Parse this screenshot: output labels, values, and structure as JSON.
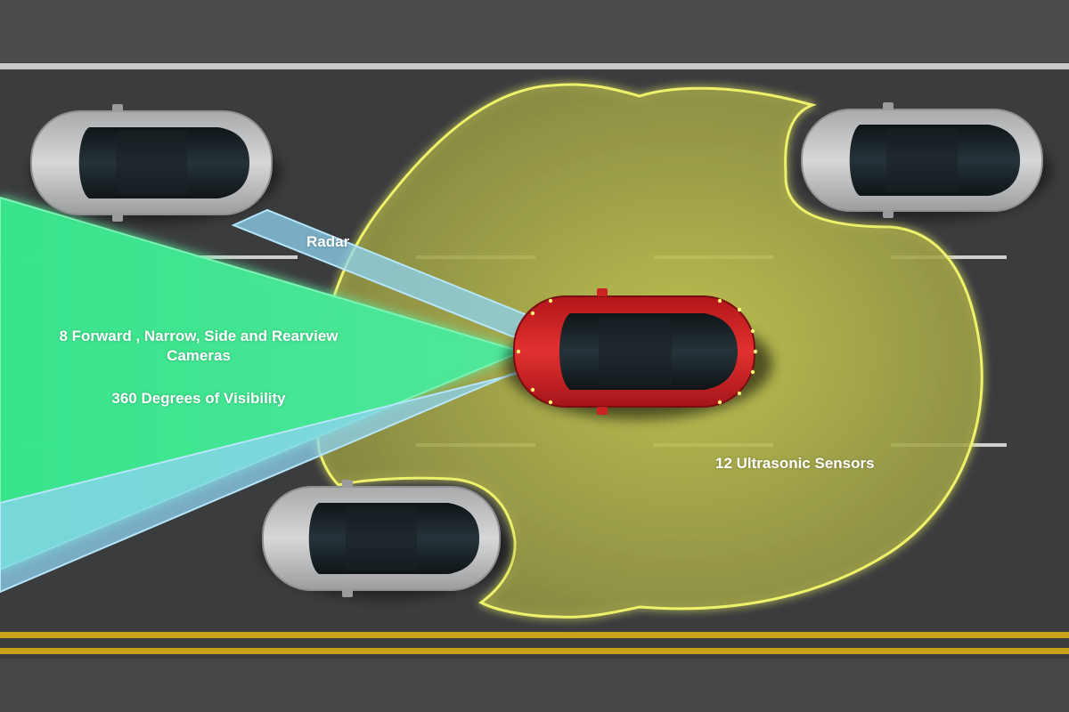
{
  "labels": {
    "camera_title_line1": "8 Forward , Narrow, Side and Rearview",
    "camera_title_line2": "Cameras",
    "camera_subtitle": "360 Degrees of Visibility",
    "radar": "Radar",
    "ultrasonic": "12 Ultrasonic Sensors"
  },
  "colors": {
    "road": "#3b3c3e",
    "shoulder": "#4a4b4d",
    "edge_line": "#c9c9c9",
    "lane_dash": "#cfcfcf",
    "center_line": "#c9a21a",
    "ultrasonic_fill": "#b4b84a",
    "ultrasonic_outline": "#eef26a",
    "camera_fill": "#35e086",
    "radar_fill": "#8ed3f2",
    "ego_car": "#d42426",
    "other_car": "#c9cacc"
  }
}
